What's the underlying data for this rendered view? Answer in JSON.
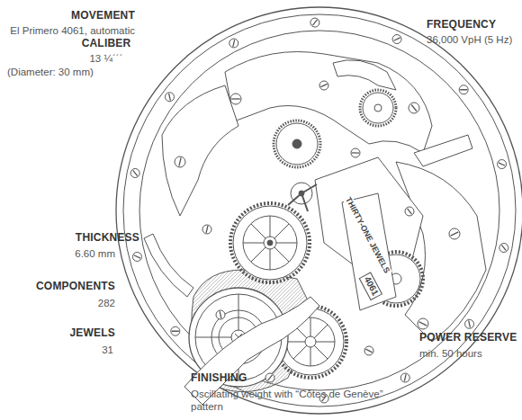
{
  "diagram": {
    "labels": [
      "MOVEMENT",
      "El Primero 4061, automatic",
      "CALIBER",
      "13 ¼´´´",
      "(Diameter: 30 mm)",
      "FREQUENCY",
      "36,000 VpH (5 Hz)",
      "THICKNESS",
      "6.60 mm",
      "COMPONENTS",
      "282",
      "JEWELS",
      "31",
      "POWER RESERVE",
      "min. 50 hours",
      "FINISHING",
      "Oscillating weight with “Côtes de Genève” pattern",
      "THIRTY-ONE JEWELS",
      "4061"
    ]
  }
}
